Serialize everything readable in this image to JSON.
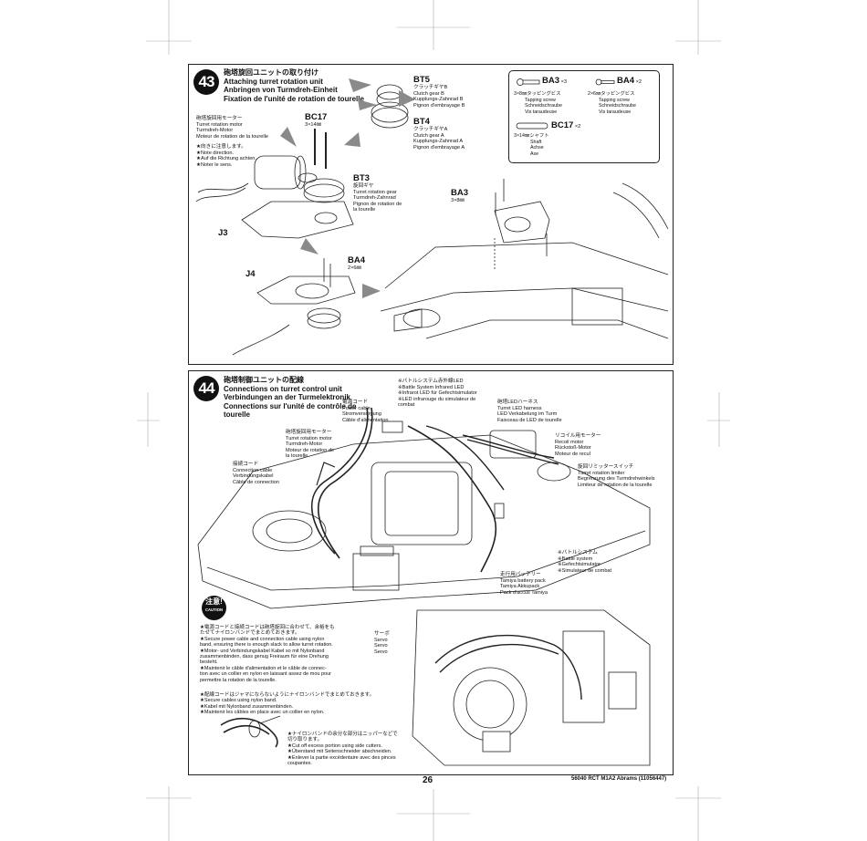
{
  "step43": {
    "number": "43",
    "title_ja": "砲塔旋回ユニットの取り付け",
    "title_en": "Attaching turret rotation unit",
    "title_de": "Anbringen von Turmdreh-Einheit",
    "title_fr": "Fixation de l'unité de rotation de tourelle",
    "bt5": {
      "code": "BT5",
      "ja": "クラッチギヤB",
      "en": "Clutch gear B",
      "de": "Kupplungs-Zahnrad B",
      "fr": "Pignon d'embrayage B"
    },
    "bt4": {
      "code": "BT4",
      "ja": "クラッチギヤA",
      "en": "Clutch gear A",
      "de": "Kupplungs-Zahnrad A",
      "fr": "Pignon d'embrayage A"
    },
    "motor": {
      "ja": "砲塔旋回用モーター",
      "en": "Turret rotation motor",
      "de": "Turmdreh-Motor",
      "fr": "Moteur de rotation de la tourelle"
    },
    "note": {
      "ja": "★向きに注意します。",
      "en": "★Note direction.",
      "de": "★Auf die Richtung achten.",
      "fr": "★Noter le sens."
    },
    "bc17": {
      "code": "BC17",
      "size": "3×14㎜"
    },
    "bt3": {
      "code": "BT3",
      "ja": "旋回ギヤ",
      "en": "Turret rotation gear",
      "de": "Turmdreh-Zahnrad",
      "fr1": "Pignon de rotation de",
      "fr2": "la tourelle"
    },
    "j3": "J3",
    "j4": "J4",
    "ba4": {
      "code": "BA4",
      "size": "2×6㎜"
    },
    "ba3": {
      "code": "BA3",
      "size": "3×8㎜"
    },
    "hardware": {
      "ba3": {
        "code": "BA3",
        "qty": "×3",
        "ja": "3×8㎜タッピングビス",
        "en": "Tapping screw",
        "de": "Schneidschraube",
        "fr": "Vis taraudeuse"
      },
      "ba4": {
        "code": "BA4",
        "qty": "×2",
        "ja": "2×6㎜タッピングビス",
        "en": "Tapping screw",
        "de": "Schneidschraube",
        "fr": "Vis taraudeuse"
      },
      "bc17": {
        "code": "BC17",
        "qty": "×2",
        "ja": "3×14㎜シャフト",
        "en": "Shaft",
        "de": "Achse",
        "fr": "Axe"
      }
    }
  },
  "step44": {
    "number": "44",
    "title_ja": "砲塔制御ユニットの配線",
    "title_en": "Connections on turret control unit",
    "title_de": "Verbindungen an der Turmelektronik",
    "title_fr1": "Connections sur l'unité de contrôle de",
    "title_fr2": "tourelle",
    "battle_led": {
      "ja": "※バトルシステム赤外線LED",
      "en": "※Battle System Infrared LED",
      "de": "※Infrarot LED für Gefechtsimulator",
      "fr1": "※LED infrarouge du simulateur de",
      "fr2": "combat"
    },
    "power_cord": {
      "ja": "電源コード",
      "en": "Power cable",
      "de": "Stromversorgung",
      "fr": "Câble d'alimentation"
    },
    "turret_led": {
      "ja": "砲塔LEDハーネス",
      "en": "Turret LED harness",
      "de": "LED Verkabelung im Turm",
      "fr": "Faisceau de LED de tourelle"
    },
    "motor": {
      "ja": "砲塔旋回用モーター",
      "en": "Turret rotation motor",
      "de": "Turmdreh-Motor",
      "fr1": "Moteur de rotation de",
      "fr2": "la tourelle"
    },
    "recoil": {
      "ja": "リコイル用モーター",
      "en": "Recoil motor",
      "de": "Rückstoß-Motor",
      "fr": "Moteur de recul"
    },
    "connection": {
      "ja": "接続コード",
      "en": "Connection cable",
      "de": "Verbindungskabel",
      "fr": "Câble de connection"
    },
    "limiter": {
      "ja": "旋回リミッタースイッチ",
      "en": "Turret rotation limiter",
      "de": "Begrenzung des Turmdrehwinkels",
      "fr": "Limiteur de rotation de la tourelle"
    },
    "battle_system": {
      "ja": "※バトルシステム",
      "en": "※Battle system",
      "de": "※Gefechtsimulator",
      "fr": "※Simulateur de combat"
    },
    "battery": {
      "ja": "走行用バッテリー",
      "en": "Tamiya battery pack",
      "de": "Tamiya Akkupack",
      "fr": "Pack d'accus Tamiya"
    },
    "servo": {
      "ja": "サーボ",
      "en": "Servo",
      "de": "Servo",
      "fr": "Servo"
    },
    "caution_badge": "注意!",
    "caution_word": "CAUTION",
    "caution1": [
      "★電源コードと接続コードは砲塔旋回に合わせて、余裕をも",
      "たせてナイロンバンドでまとめておきます。",
      "★Secure power cable and connection cable using nylon",
      "band, ensuring there is enough slack to allow turret rotation.",
      "★Motor- und Verbindungskabel Kabel so mit Nylonband",
      "zusammenbinden, dass genug Freiraum für eine Drehung",
      "besteht.",
      "★Maintenir le câble d'alimentation et le câble de connec-",
      "tion avec un collier en nylon en laissant assez de mou pour",
      "permettre la rotation de la tourelle."
    ],
    "caution2": [
      "★配線コードはジャマにならないようにナイロンバンドでまとめておきます。",
      "★Secure cables using nylon band.",
      "★Kabel mit Nylonband zusammenbinden.",
      "★Maintenir les câbles en place avec un collier en nylon."
    ],
    "caution3": [
      "★ナイロンバンドの余分な部分はニッパーなどで",
      "切り取ります。",
      "★Cut off excess portion using side cutters.",
      "★Überstand mit Seitenschneider abschneiden.",
      "★Enlever la partie excédentaire avec des pinces",
      "coupantes."
    ]
  },
  "page_number": "26",
  "footer": "56040 RCT M1A2 Abrams (11056447)"
}
